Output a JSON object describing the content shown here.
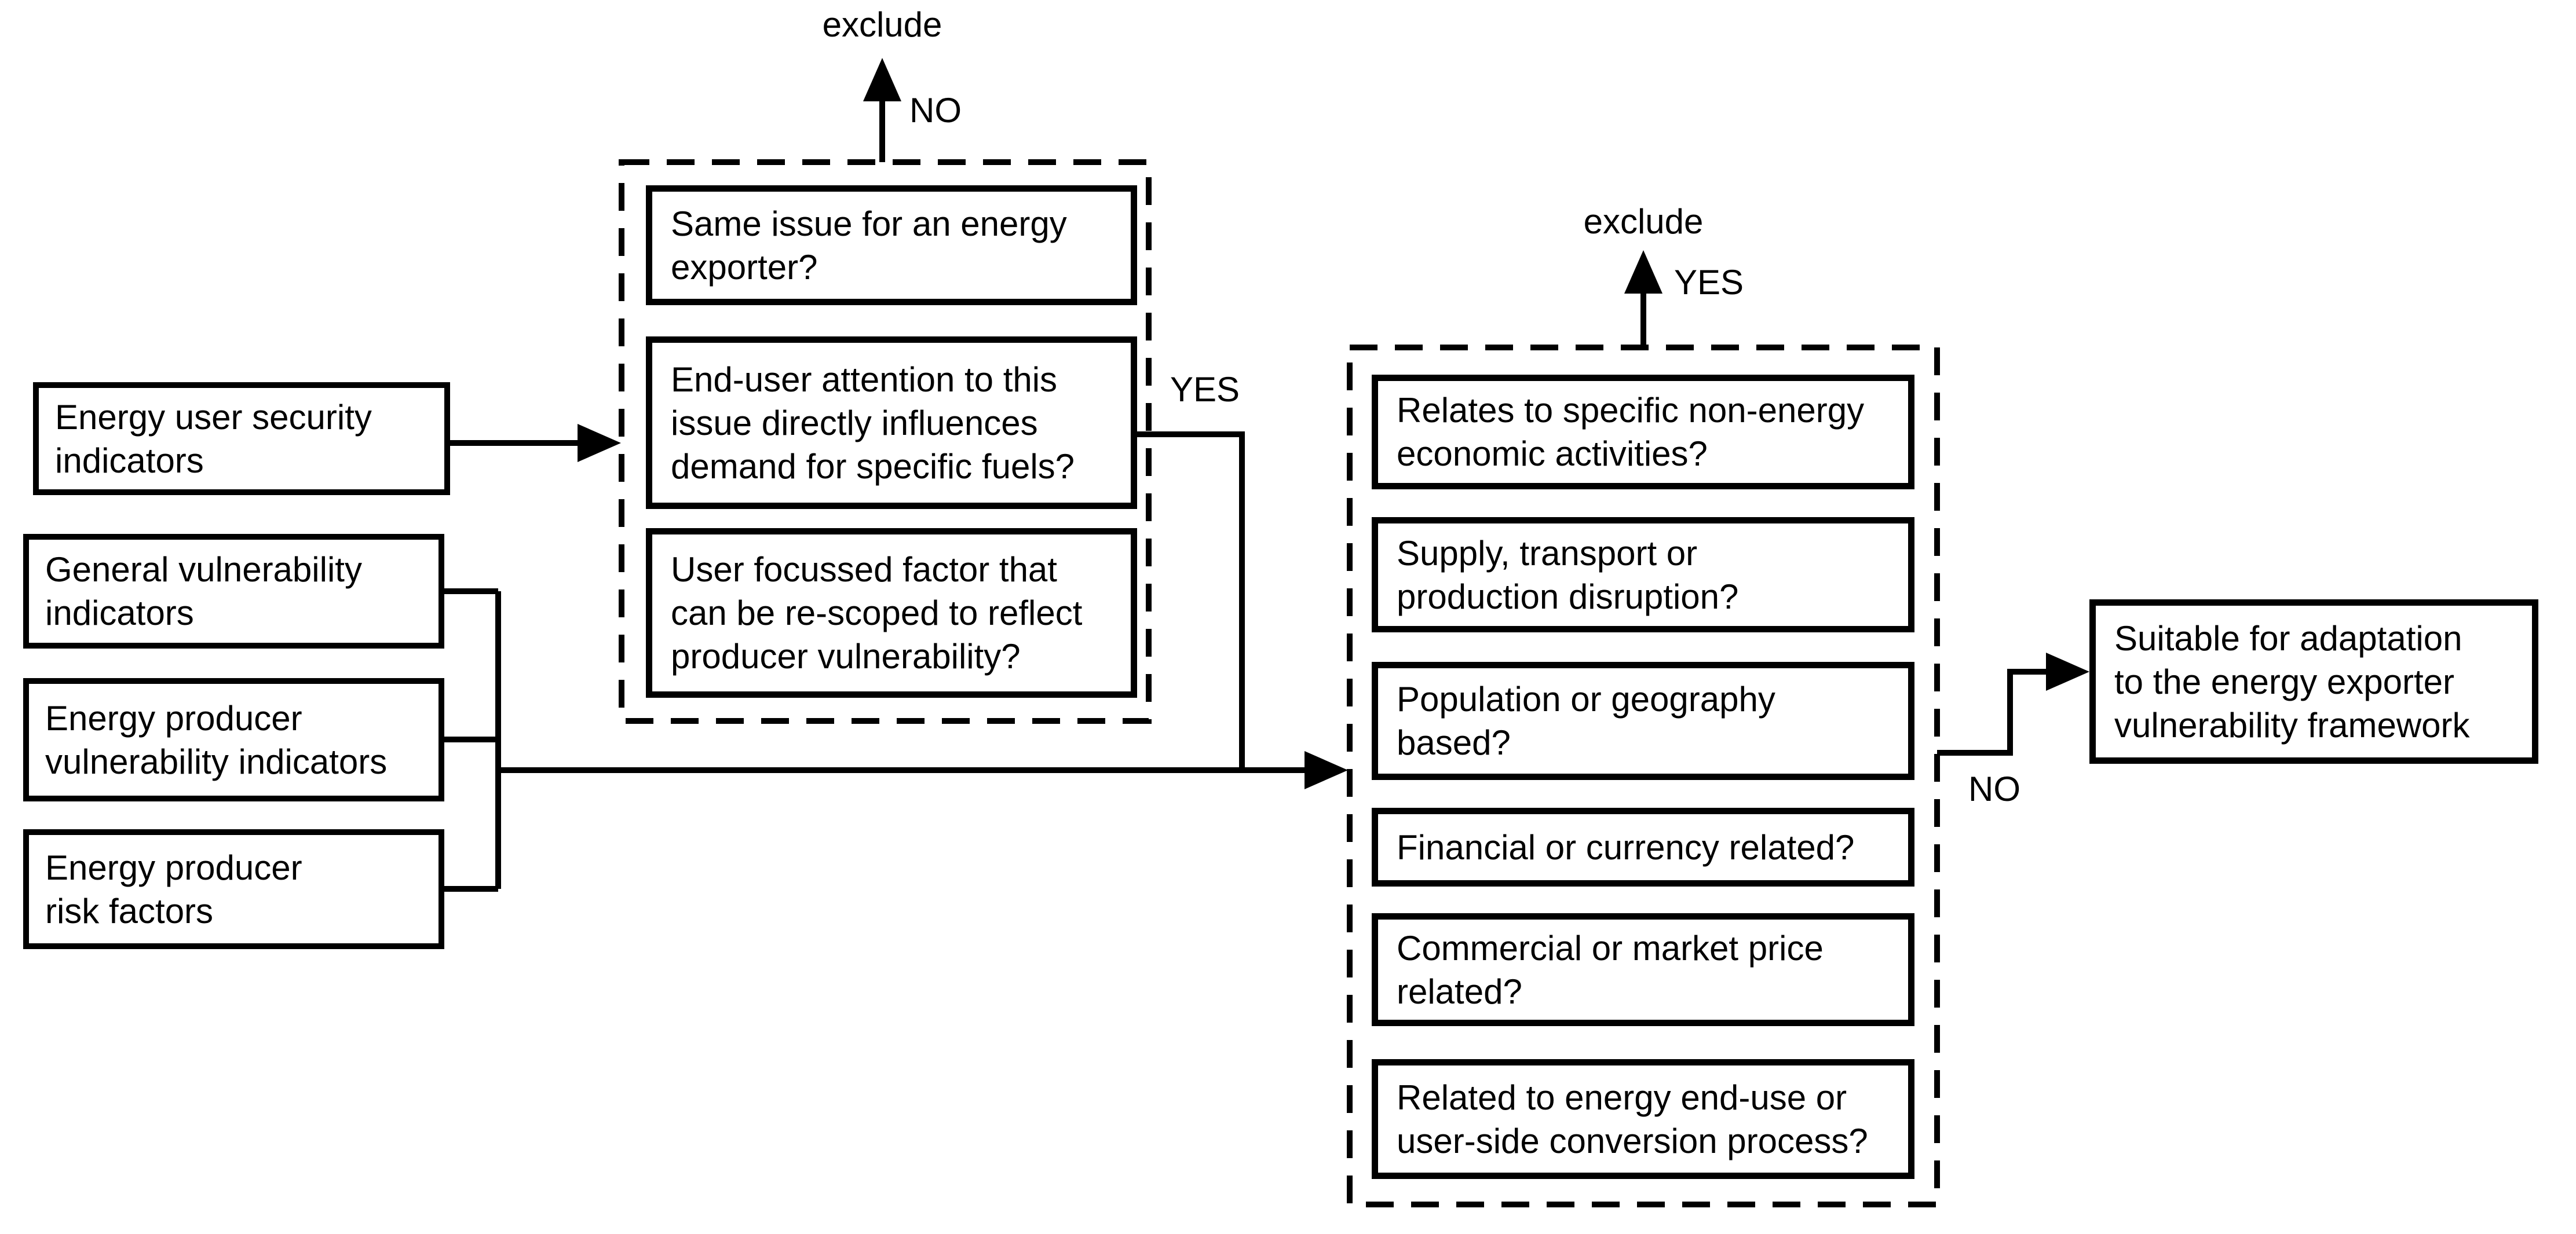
{
  "diagram": {
    "source_nodes": [
      "Energy user security\nindicators",
      "General vulnerability\nindicators",
      "Energy producer\nvulnerability indicators",
      "Energy producer\nrisk factors"
    ],
    "user_screen": {
      "questions": [
        "Same issue for an energy\nexporter?",
        "End-user attention to this\nissue directly influences\ndemand for specific fuels?",
        "User focussed factor that\ncan be re-scoped to reflect\nproducer vulnerability?"
      ]
    },
    "exporter_screen": {
      "questions": [
        "Relates to specific non-energy\neconomic activities?",
        "Supply, transport or\nproduction disruption?",
        "Population or geography\nbased?",
        "Financial or currency related?",
        "Commercial or market price\nrelated?",
        "Related to energy end-use or\nuser-side conversion process?"
      ]
    },
    "result": "Suitable for adaptation\nto the energy exporter\nvulnerability framework",
    "labels": {
      "exclude_user": "exclude",
      "no_user": "NO",
      "yes_user": "YES",
      "exclude_exporter": "exclude",
      "yes_exporter": "YES",
      "no_exporter": "NO"
    },
    "colors": {
      "line": "#000000",
      "box_background": "#ffffff",
      "page_background": "#ffffff"
    }
  }
}
